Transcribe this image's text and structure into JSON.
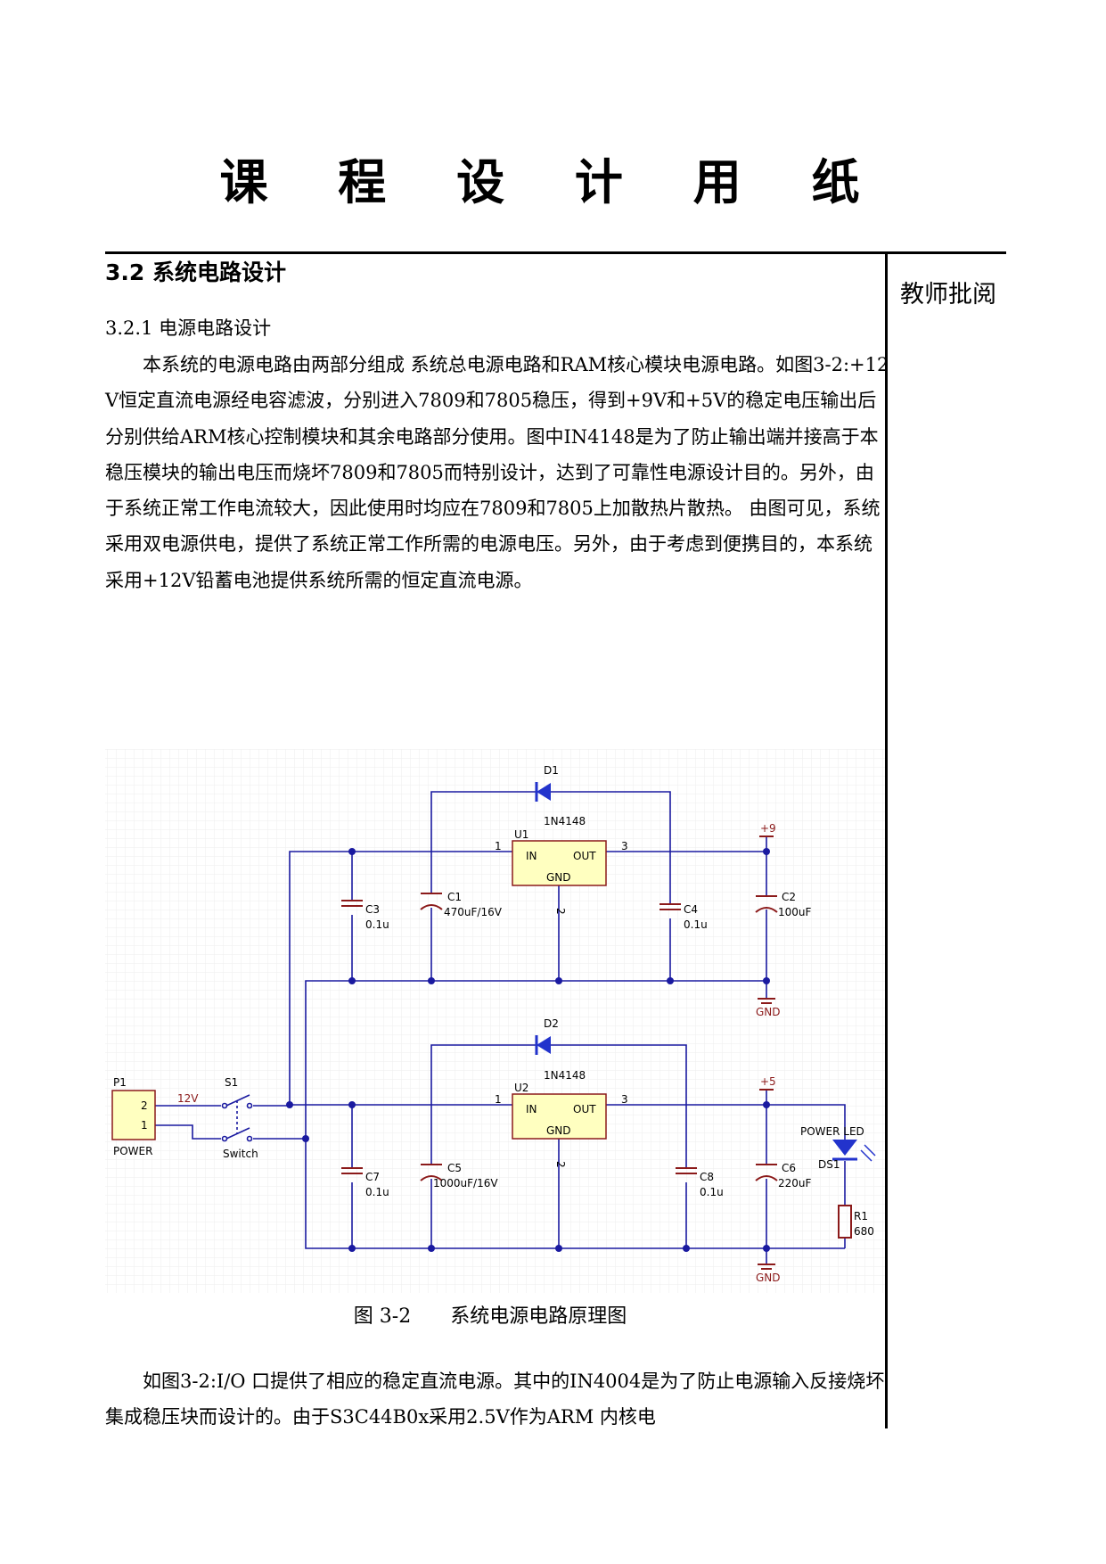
{
  "header": {
    "title": "课 程 设 计 用 纸"
  },
  "side_label": "教师批阅",
  "section": {
    "h2": "3.2 系统电路设计",
    "h3": "3.2.1 电源电路设计",
    "paragraph1": "　　本系统的电源电路由两部分组成 系统总电源电路和RAM核心模块电源电路。如图3-2:+12V恒定直流电源经电容滤波，分别进入7809和7805稳压，得到+9V和+5V的稳定电压输出后分别供给ARM核心控制模块和其余电路部分使用。图中IN4148是为了防止输出端并接高于本稳压模块的输出电压而烧坏7809和7805而特别设计，达到了可靠性电源设计目的。另外，由于系统正常工作电流较大，因此使用时均应在7809和7805上加散热片散热。 由图可见，系统采用双电源供电，提供了系统正常工作所需的电源电压。另外，由于考虑到便携目的，本系统采用+12V铅蓄电池提供系统所需的恒定直流电源。",
    "figure_caption": "图 3-2　　系统电源电路原理图",
    "paragraph2": "　　如图3-2:I/O 口提供了相应的稳定直流电源。其中的IN4004是为了防止电源输入反接烧坏集成稳压块而设计的。由于S3C44B0x采用2.5V作为ARM 内核电"
  },
  "schematic": {
    "D1": "D1",
    "D1_part": "1N4148",
    "D2": "D2",
    "D2_part": "1N4148",
    "U1": "U1",
    "U2": "U2",
    "pin1": "1",
    "pin2": "2",
    "pin3": "3",
    "reg_in": "IN",
    "reg_out": "OUT",
    "reg_gnd": "GND",
    "C1": "C1",
    "C1_val": "470uF/16V",
    "C2": "C2",
    "C2_val": "100uF",
    "C3": "C3",
    "C3_val": "0.1u",
    "C4": "C4",
    "C4_val": "0.1u",
    "C5": "C5",
    "C5_val": "1000uF/16V",
    "C6": "C6",
    "C6_val": "220uF",
    "C7": "C7",
    "C7_val": "0.1u",
    "C8": "C8",
    "C8_val": "0.1u",
    "plus9": "+9",
    "plus5": "+5",
    "gnd": "GND",
    "P1": "P1",
    "P1_pin2": "2",
    "P1_pin1": "1",
    "P1_name": "POWER",
    "net_12v": "12V",
    "S1": "S1",
    "S1_name": "Switch",
    "led_name": "POWER LED",
    "DS1": "DS1",
    "R1": "R1",
    "R1_val": "680",
    "colors": {
      "wire": "#1a1aa0",
      "part": "#8b1a1a",
      "reg_fill": "#ffffc0",
      "diode": "#2233cc",
      "grid": "#f1f1f1"
    }
  }
}
